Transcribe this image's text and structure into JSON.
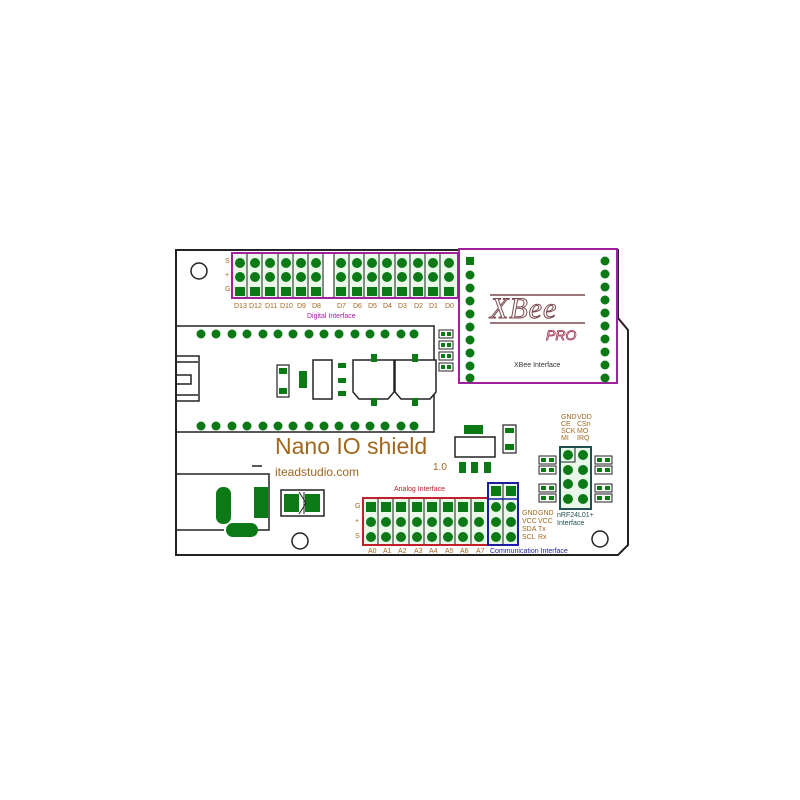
{
  "board": {
    "title": "Nano IO shield",
    "version": "1.0",
    "website": "iteadstudio.com",
    "colors": {
      "pad": "#0b7a16",
      "outline": "#222222",
      "digital_frame": "#a020a0",
      "analog_frame": "#c0202a",
      "comm_frame": "#1b1f9a",
      "nrf_frame": "#1f4f4f",
      "title_text": "#a0671f",
      "pin_text": "#a0671f"
    }
  },
  "digital_interface": {
    "label": "Digital Interface",
    "row_labels": [
      "S",
      "+",
      "G"
    ],
    "pins": [
      "D13",
      "D12",
      "D11",
      "D10",
      "D9",
      "D8",
      "D7",
      "D6",
      "D5",
      "D4",
      "D3",
      "D2",
      "D1",
      "D0"
    ]
  },
  "xbee": {
    "logo": "XBee",
    "sublogo": "PRO",
    "label": "XBee Interface"
  },
  "analog_interface": {
    "label": "Analog Interface",
    "row_labels": [
      "G",
      "+",
      "S"
    ],
    "pins": [
      "A0",
      "A1",
      "A2",
      "A3",
      "A4",
      "A5",
      "A6",
      "A7"
    ]
  },
  "communication_interface": {
    "label": "Communication Interface",
    "col1": [
      "GND",
      "VCC",
      "SDA",
      "SCL"
    ],
    "col2": [
      "GND",
      "VCC",
      "Tx",
      "Rx"
    ]
  },
  "nrf24": {
    "label_line1": "nRF24L01+",
    "label_line2": "Interface",
    "col1": [
      "GND",
      "CE",
      "SCK",
      "MI"
    ],
    "col2": [
      "VDD",
      "CSn",
      "MO",
      "IRQ"
    ]
  }
}
